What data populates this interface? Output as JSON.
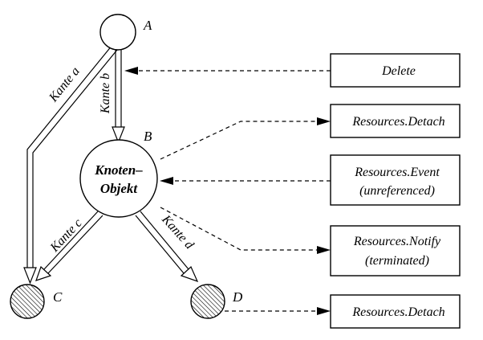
{
  "nodes": {
    "a": "A",
    "b": "B",
    "c": "C",
    "d": "D",
    "object_line1": "Knoten–",
    "object_line2": "Objekt"
  },
  "edges": {
    "a": "Kante a",
    "b": "Kante b",
    "c": "Kante c",
    "d": "Kante d"
  },
  "boxes": {
    "delete": "Delete",
    "detach_top": "Resources.Detach",
    "event_line1": "Resources.Event",
    "event_line2": "(unreferenced)",
    "notify_line1": "Resources.Notify",
    "notify_line2": "(terminated)",
    "detach_bottom": "Resources.Detach"
  }
}
